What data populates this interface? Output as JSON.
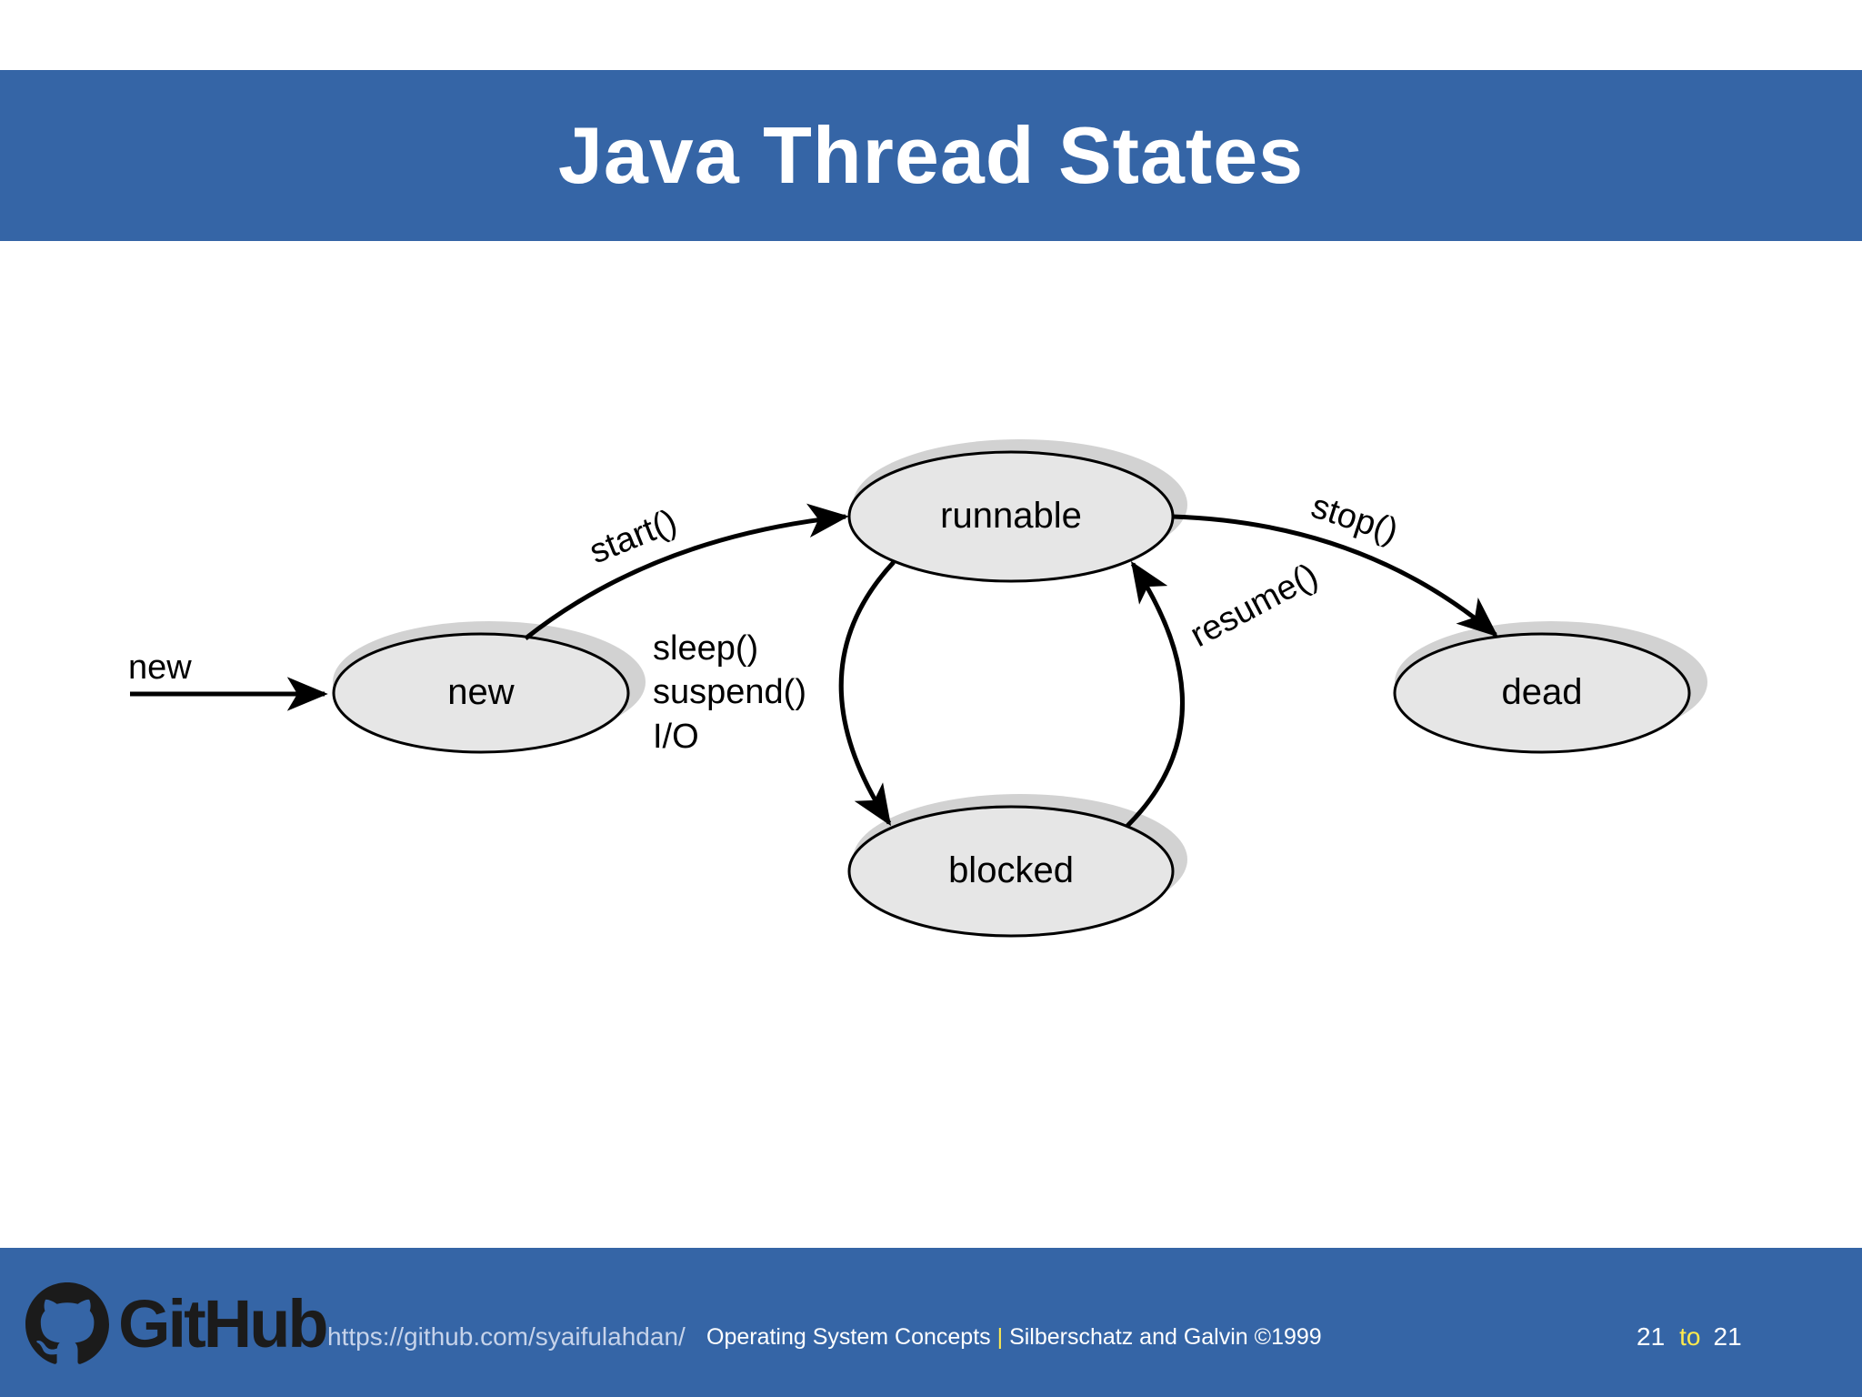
{
  "slide": {
    "title": "Java Thread States"
  },
  "diagram": {
    "states": {
      "new": "new",
      "runnable": "runnable",
      "blocked": "blocked",
      "dead": "dead"
    },
    "transitions": {
      "entry": "new",
      "start": "start()",
      "stop": "stop()",
      "resume": "resume()",
      "sleep": "sleep()",
      "suspend": "suspend()",
      "io": "I/O"
    }
  },
  "footer": {
    "brand": "GitHub",
    "url": "https://github.com/syaifulahdan/",
    "course": "Operating System Concepts",
    "separator": "|",
    "credit": "Silberschatz and Galvin ©1999",
    "page_current": "21",
    "page_to": "to",
    "page_total": "21"
  },
  "colors": {
    "header_bar": "#3565a6",
    "footer_bar": "#3565a6",
    "state_fill": "#e6e6e6",
    "accent_yellow": "#ffe94d"
  }
}
